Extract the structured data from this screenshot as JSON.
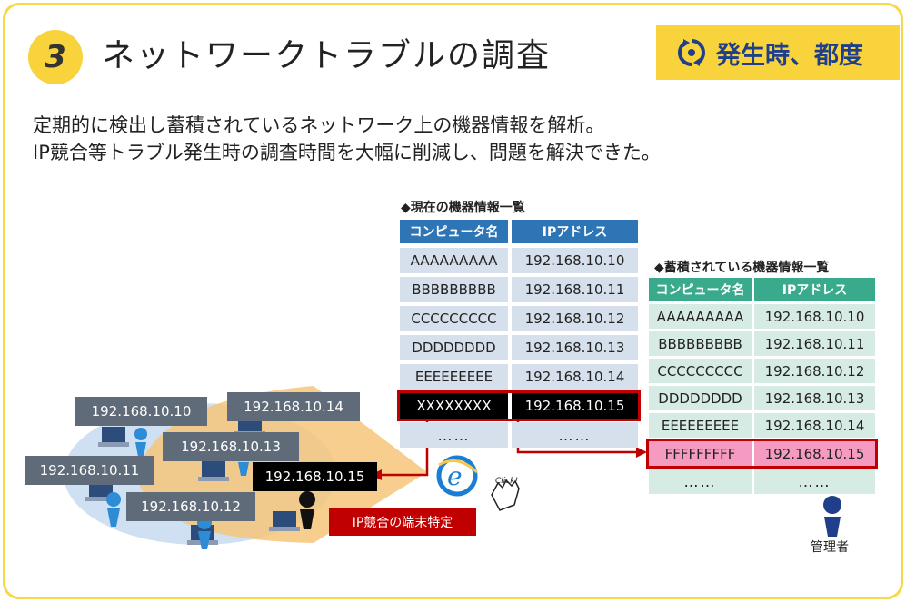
{
  "header": {
    "number": "3",
    "title": "ネットワークトラブルの調査",
    "tag": {
      "icon": "refresh-icon",
      "label": "発生時、都度"
    }
  },
  "description": {
    "line1": "定期的に検出し蓄積されているネットワーク上の機器情報を解析。",
    "line2": "IP競合等トラブル発生時の調査時間を大幅に削減し、問題を解決できた。"
  },
  "current_table": {
    "caption": "◆現在の機器情報一覧",
    "headers": [
      "コンピュータ名",
      "IPアドレス"
    ],
    "rows": [
      [
        "AAAAAAAAA",
        "192.168.10.10"
      ],
      [
        "BBBBBBBBB",
        "192.168.10.11"
      ],
      [
        "CCCCCCCCC",
        "192.168.10.12"
      ],
      [
        "DDDDDDDD",
        "192.168.10.13"
      ],
      [
        "EEEEEEEEE",
        "192.168.10.14"
      ],
      [
        "XXXXXXXX",
        "192.168.10.15"
      ],
      [
        "……",
        "……"
      ]
    ]
  },
  "stored_table": {
    "caption": "◆蓄積されている機器情報一覧",
    "headers": [
      "コンピュータ名",
      "IPアドレス"
    ],
    "rows": [
      [
        "AAAAAAAAA",
        "192.168.10.10"
      ],
      [
        "BBBBBBBBB",
        "192.168.10.11"
      ],
      [
        "CCCCCCCCC",
        "192.168.10.12"
      ],
      [
        "DDDDDDDD",
        "192.168.10.13"
      ],
      [
        "EEEEEEEEE",
        "192.168.10.14"
      ],
      [
        "FFFFFFFFF",
        "192.168.10.15"
      ],
      [
        "……",
        "……"
      ]
    ]
  },
  "network": {
    "ips": [
      "192.168.10.10",
      "192.168.10.14",
      "192.168.10.13",
      "192.168.10.11",
      "192.168.10.15",
      "192.168.10.12"
    ],
    "identify_label": "IP競合の端末特定",
    "click_label": "Click!",
    "admin_label": "管理者"
  },
  "colors": {
    "accent_yellow": "#f9d33b",
    "header_blue": "#2e75b6",
    "header_green": "#3aaa8c",
    "highlight_red": "#c00000",
    "highlight_pink": "#f59ac0",
    "ip_label_gray": "#5f6b78",
    "network_orange": "#f6c67a"
  }
}
